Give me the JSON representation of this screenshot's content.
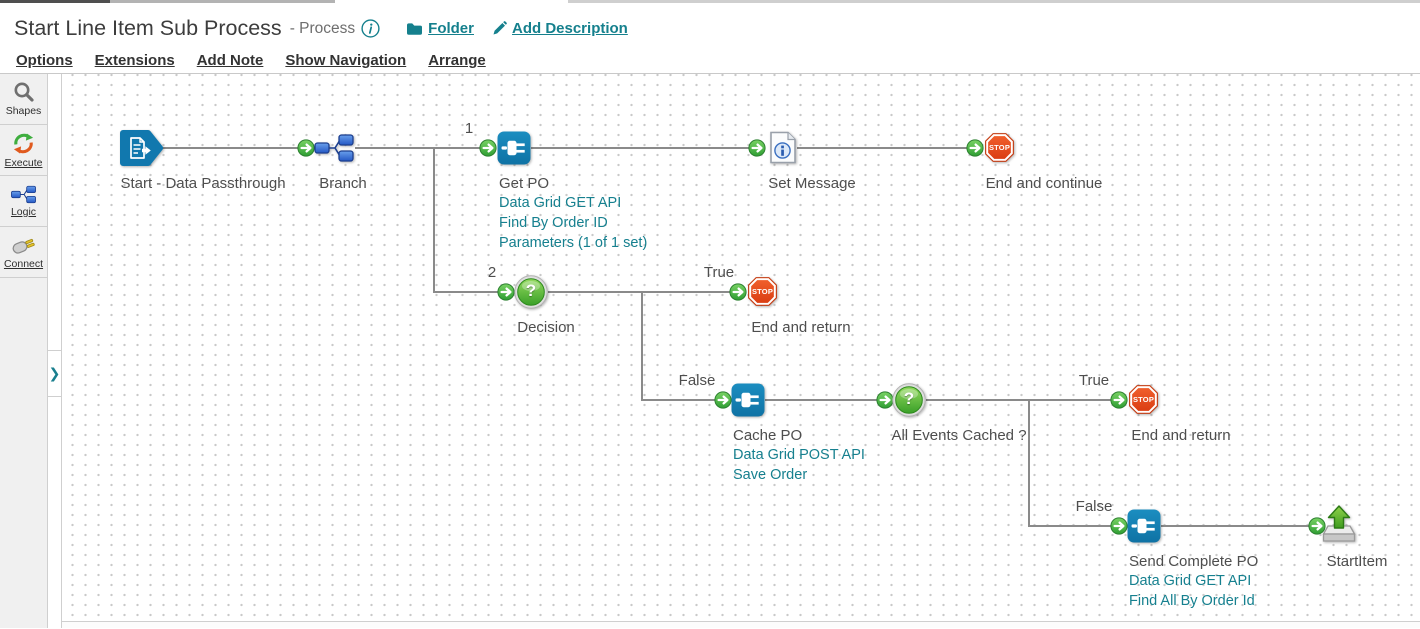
{
  "header": {
    "title": "Start Line Item Sub Process",
    "type_label": "- Process",
    "folder_link": "Folder",
    "add_description_link": "Add Description"
  },
  "menu": {
    "options": "Options",
    "extensions": "Extensions",
    "add_note": "Add Note",
    "show_navigation": "Show Navigation",
    "arrange": "Arrange"
  },
  "sidebar": {
    "shapes": "Shapes",
    "execute": "Execute",
    "logic": "Logic",
    "connect": "Connect"
  },
  "diagram": {
    "edge_labels": {
      "branch_1": "1",
      "branch_2": "2",
      "decision1_true": "True",
      "decision1_false": "False",
      "decision2_true": "True",
      "decision2_false": "False"
    },
    "stop_text": "STOP",
    "icon_glyphs": {
      "question": "?",
      "chevron_expand": "❯"
    },
    "nodes": {
      "start": {
        "label": "Start - Data Passthrough"
      },
      "branch": {
        "label": "Branch"
      },
      "get_po": {
        "label": "Get PO",
        "link1": "Data Grid GET API",
        "link2": "Find By Order ID",
        "link3": "Parameters (1 of 1 set)"
      },
      "set_message": {
        "label": "Set Message"
      },
      "end_continue": {
        "label": "End and continue"
      },
      "decision": {
        "label": "Decision"
      },
      "end_return_1": {
        "label": "End and return"
      },
      "cache_po": {
        "label": "Cache PO",
        "link1": "Data Grid POST API",
        "link2": "Save Order"
      },
      "all_events": {
        "label": "All Events Cached ?"
      },
      "end_return_2": {
        "label": "End and return"
      },
      "send_complete_po": {
        "label": "Send Complete PO",
        "link1": "Data Grid GET API",
        "link2": "Find All By Order Id"
      },
      "start_item": {
        "label": "StartItem"
      }
    }
  },
  "colors": {
    "teal": "#15808D",
    "shape_blue": "#1480B2",
    "stop_red": "#E8461D",
    "arrow_green": "#3FAE49",
    "line_gray": "#8A8A8A"
  }
}
